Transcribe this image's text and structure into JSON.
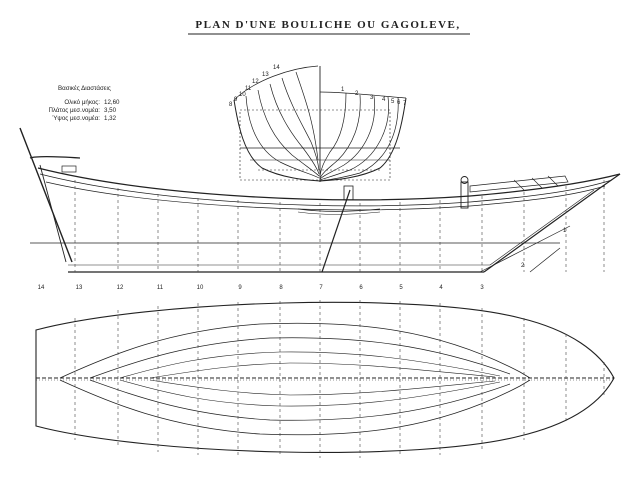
{
  "title": "PLAN D'UNE BOULICHE OU GAGOLEVE,",
  "dimensions": {
    "heading": "Βασικές Διαστάσεις",
    "rows": [
      {
        "label": "Ολικό μήκος:",
        "value": "12,60"
      },
      {
        "label": "Πλάτος μεσ.νομέα:",
        "value": "3,50"
      },
      {
        "label": "Ύψος  μεσ.νομέα:",
        "value": "1,32"
      }
    ]
  },
  "body_plan_left_labels": [
    "14",
    "13",
    "12",
    "11",
    "10",
    "9",
    "8"
  ],
  "body_plan_right_labels": [
    "1",
    "2",
    "3",
    "4",
    "5",
    "6",
    "7"
  ],
  "profile_labels": [
    "1",
    "2"
  ],
  "station_labels": [
    "14",
    "13",
    "12",
    "11",
    "10",
    "9",
    "8",
    "7",
    "6",
    "5",
    "4",
    "3"
  ]
}
